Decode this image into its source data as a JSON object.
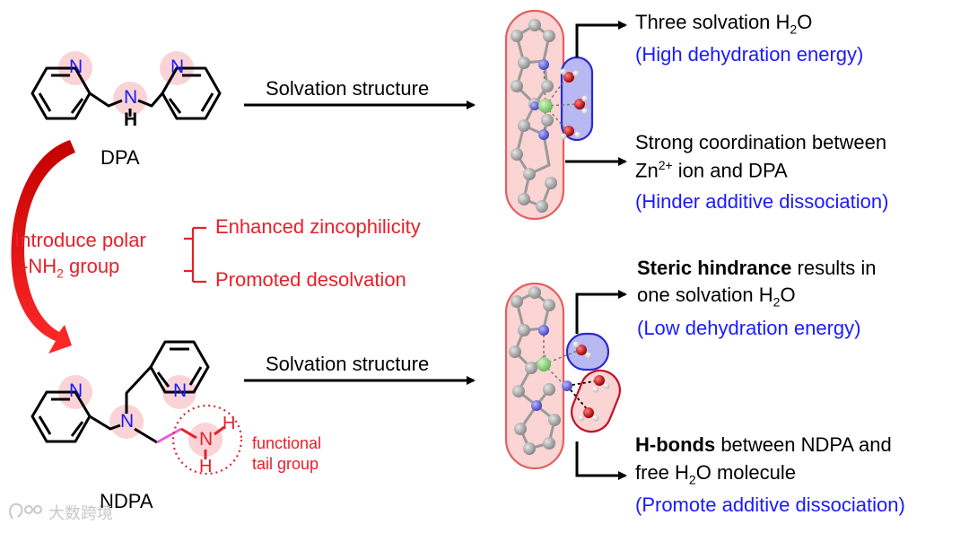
{
  "top": {
    "molecule_label": "DPA",
    "arrow_label": "Solvation structure",
    "water_title_a": "Three solvation H",
    "water_title_sub": "2",
    "water_title_b": "O",
    "water_note": "(High dehydration energy)",
    "coord_line1": "Strong coordination between",
    "coord_line2_a": "Zn",
    "coord_line2_sup": "2+",
    "coord_line2_b": " ion and DPA",
    "coord_note": "(Hinder additive dissociation)"
  },
  "middle": {
    "introduce_line1": "Introduce polar",
    "introduce_line2_a": "-NH",
    "introduce_line2_sub": "2",
    "introduce_line2_b": " group",
    "effect_1": "Enhanced zincophilicity",
    "effect_2": "Promoted desolvation"
  },
  "bottom": {
    "molecule_label": "NDPA",
    "arrow_label": "Solvation structure",
    "tail_label_1": "functional",
    "tail_label_2": "tail group",
    "steric_bold": "Steric hindrance",
    "steric_rest": " results in",
    "steric_line2_a": "one solvation H",
    "steric_line2_sub": "2",
    "steric_line2_b": "O",
    "steric_note": "(Low dehydration energy)",
    "hbond_bold": "H-bonds",
    "hbond_rest": " between NDPA and",
    "hbond_line2_a": "free H",
    "hbond_line2_sub": "2",
    "hbond_line2_b": "O molecule",
    "hbond_note": "(Promote additive dissociation)"
  },
  "atoms": {
    "N": "N",
    "H": "H"
  },
  "watermark": "大数跨境",
  "colors": {
    "accent_red": "#e8202a",
    "note_blue": "#1a1aff",
    "zn_green": "#8fd18a",
    "n_blue": "#6b6bd8",
    "o_red": "#c81e1e",
    "c_grey": "#9a9a9a",
    "amine_pink": "#e060e0"
  }
}
